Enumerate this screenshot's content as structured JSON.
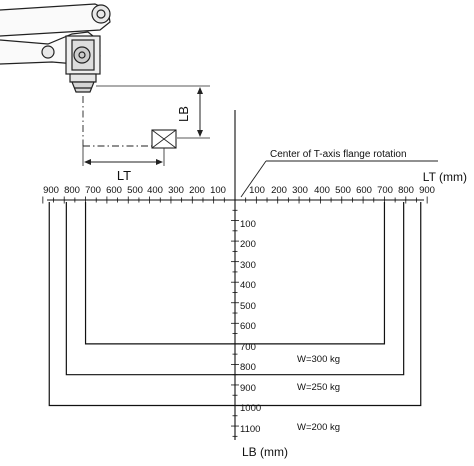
{
  "annotation": "Center of T-axis flange rotation",
  "axes": {
    "lt_label": "LT (mm)",
    "lb_label": "LB (mm)",
    "lt_ticks_left": [
      "900",
      "800",
      "700",
      "600",
      "500",
      "400",
      "300",
      "200",
      "100"
    ],
    "lt_ticks_right": [
      "100",
      "200",
      "300",
      "400",
      "500",
      "600",
      "700",
      "800",
      "900"
    ],
    "lb_ticks": [
      "100",
      "200",
      "300",
      "400",
      "500",
      "600",
      "700",
      "800",
      "900",
      "1000",
      "1100"
    ]
  },
  "inset": {
    "lb": "LB",
    "lt": "LT"
  },
  "envelopes": [
    {
      "label": "W=300 kg",
      "lt_mm": 700,
      "lb_mm": 700
    },
    {
      "label": "W=250 kg",
      "lt_mm": 790,
      "lb_mm": 850
    },
    {
      "label": "W=200 kg",
      "lt_mm": 870,
      "lb_mm": 1000
    }
  ],
  "colors": {
    "line": "#111111",
    "background": "#ffffff"
  }
}
